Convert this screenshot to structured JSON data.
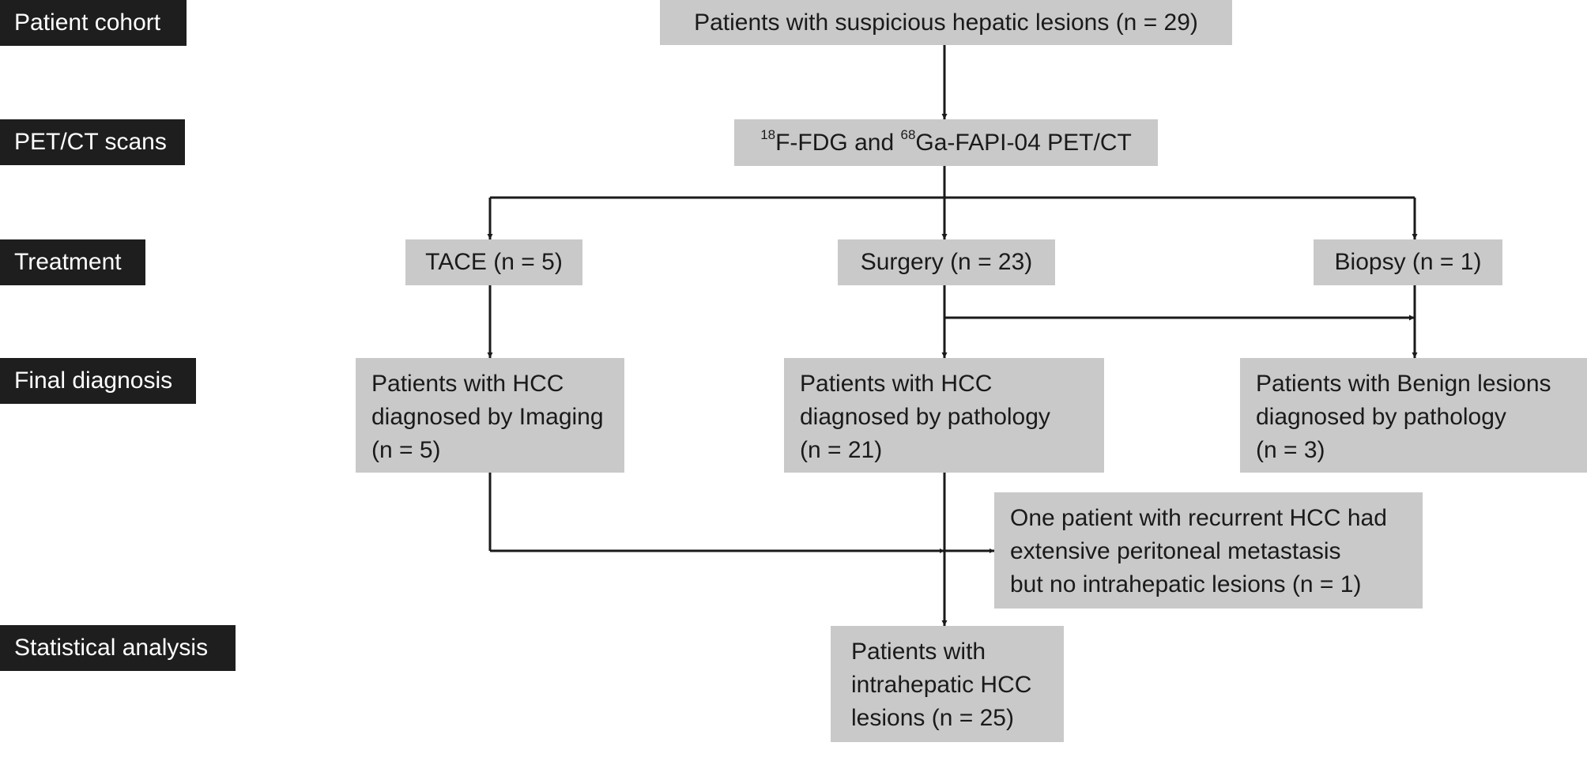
{
  "stage_labels": {
    "cohort": "Patient cohort",
    "pet": "PET/CT scans",
    "treatment": "Treatment",
    "diagnosis": "Final diagnosis",
    "stats": "Statistical analysis"
  },
  "boxes": {
    "cohort": "Patients with suspicious hepatic lesions (n = 29)",
    "pet": {
      "iso1": "18",
      "tracer1": "F-FDG and ",
      "iso2": "68",
      "tracer2": "Ga-FAPI-04 PET/CT"
    },
    "tace": "TACE (n = 5)",
    "surgery": "Surgery (n = 23)",
    "biopsy": "Biopsy (n = 1)",
    "hcc_imaging": [
      "Patients with HCC",
      "diagnosed by Imaging",
      "(n = 5)"
    ],
    "hcc_pathology": [
      "Patients with HCC",
      "diagnosed by pathology",
      "(n = 21)"
    ],
    "benign": [
      "Patients with Benign lesions",
      "diagnosed by pathology",
      "(n = 3)"
    ],
    "excluded": [
      "One patient with recurrent HCC had",
      "extensive peritoneal metastasis",
      "but no intrahepatic lesions (n = 1)"
    ],
    "final": [
      "Patients with",
      "intrahepatic HCC",
      "lesions (n = 25)"
    ]
  },
  "colors": {
    "label_bg": "#1e1e1e",
    "box_bg": "#c9c9c9",
    "arrow": "#1a1a1a"
  }
}
